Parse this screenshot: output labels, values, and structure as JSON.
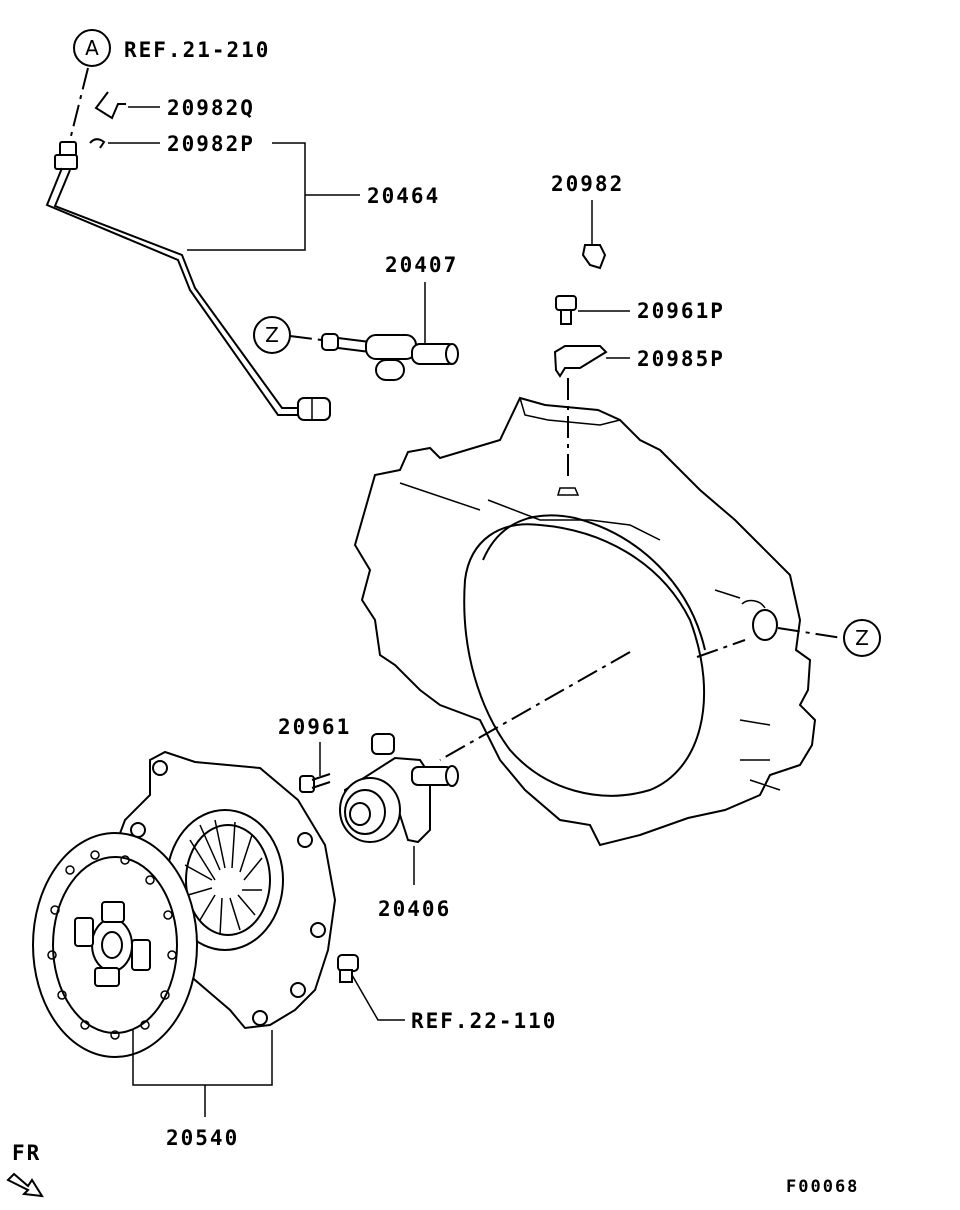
{
  "callouts": {
    "ref_a_circle": "A",
    "ref_a": "REF.21-210",
    "p20982q": "20982Q",
    "p20982p": "20982P",
    "p20464": "20464",
    "p20407": "20407",
    "z_left": "Z",
    "p20982": "20982",
    "p20961p": "20961P",
    "p20985p": "20985P",
    "z_right": "Z",
    "p20961": "20961",
    "p20406": "20406",
    "ref_b": "REF.22-110",
    "p20540": "20540",
    "fr": "FR",
    "figure_code": "F00068"
  }
}
